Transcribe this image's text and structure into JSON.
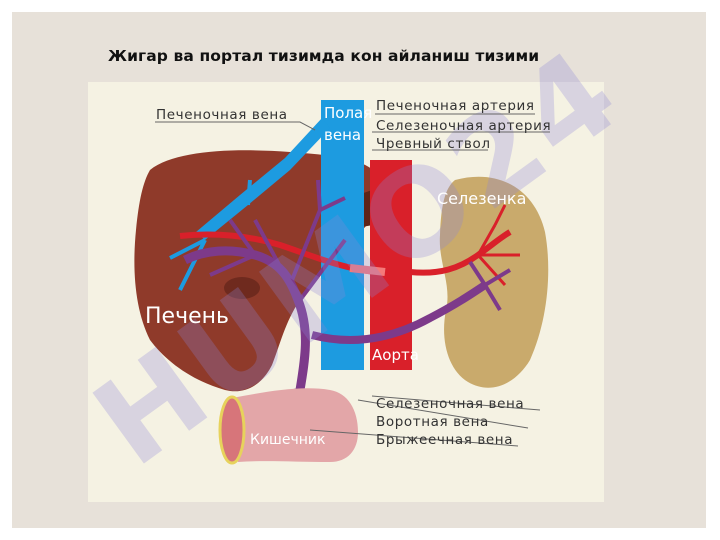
{
  "slide": {
    "title": "Жигар ва портал тизимда кон айланиш тизими"
  },
  "figure": {
    "labels": {
      "hepatic_vein": "Печеночная  вена",
      "vena_cava_line1": "Полая",
      "vena_cava_line2": "вена",
      "hepatic_artery": "Печеночная  артерия",
      "splenic_artery": "Селезеночная  артерия",
      "celiac_trunk": "Чревный  ствол",
      "spleen": "Селезенка",
      "liver": "Печень",
      "aorta": "Аорта",
      "intestine": "Кишечник",
      "splenic_vein": "Селезеночная  вена",
      "portal_vein": "Воротная  вена",
      "mesenteric_vein": "Брыжеечная  вена"
    },
    "watermark": "HUMO24"
  },
  "colors": {
    "liver": "#8f3a2a",
    "spleen": "#c9aa6c",
    "vena_cava": "#1d9be0",
    "aorta": "#d9202a",
    "portal_vein": "#7d3a8a",
    "intestine": "#e3a6a8",
    "background": "#e7e1d9",
    "panel": "#f5f2e3"
  }
}
